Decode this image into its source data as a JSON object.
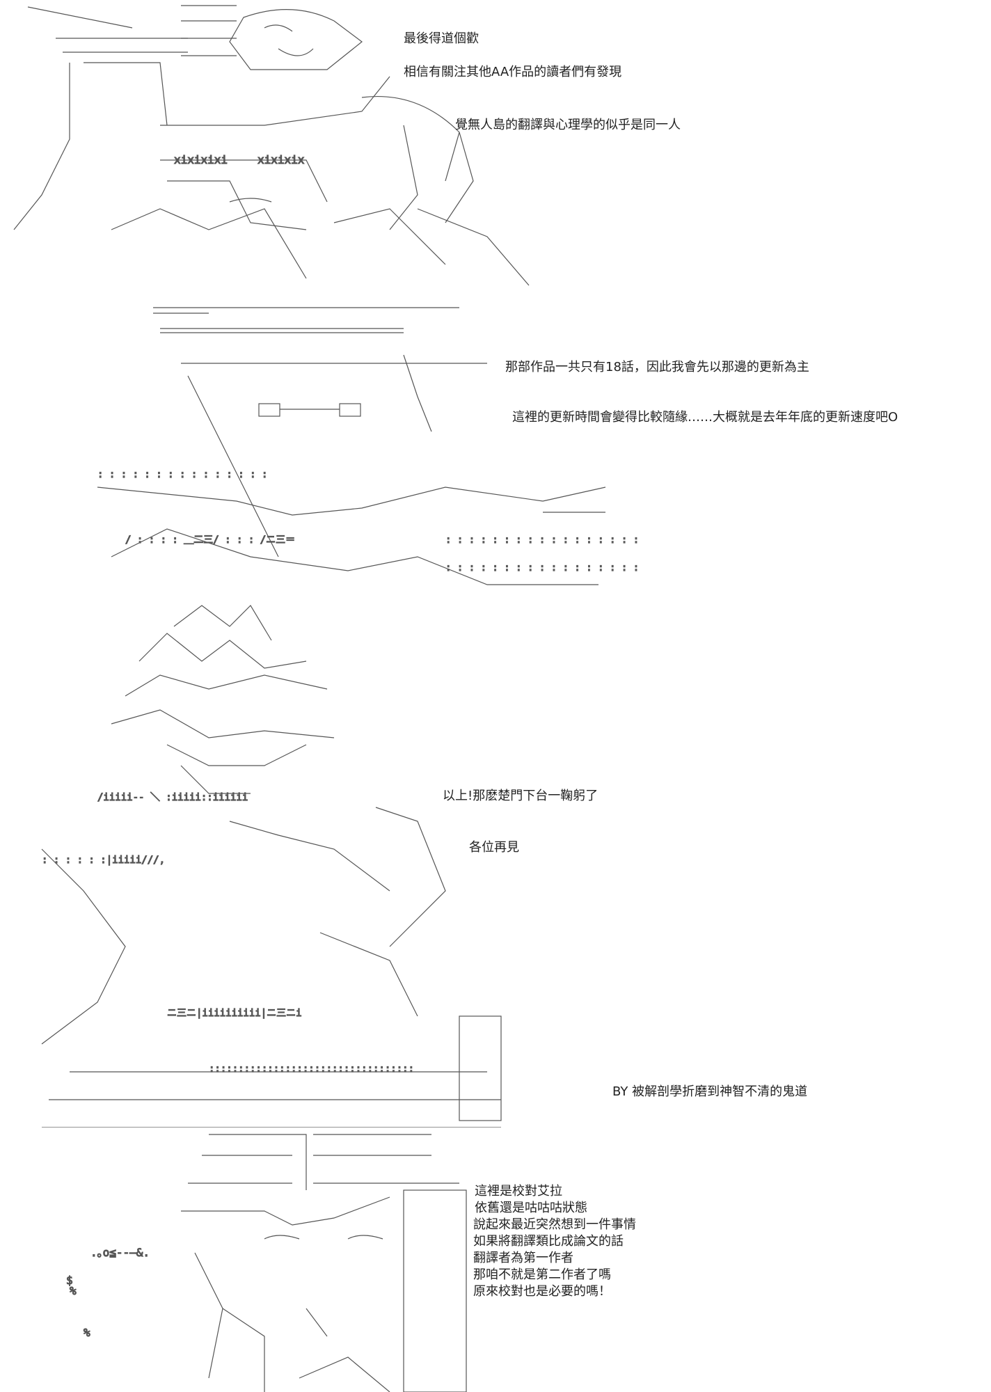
{
  "panels": [
    {
      "lines": [
        "最後得道個歡",
        "相信有關注其他AA作品的讀者們有發現",
        "覺無人島的翻譯與心理學的似乎是同一人"
      ]
    },
    {
      "lines": [
        "那部作品一共只有18話，因此我會先以那邊的更新為主",
        "這裡的更新時間會變得比較隨緣……大概就是去年年底的更新速度吧O"
      ]
    },
    {
      "lines": [
        "以上!那麽楚門下台一鞠躬了",
        "各位再見"
      ],
      "credit": "BY 被解剖學折磨到神智不清的鬼道"
    },
    {
      "lines": [
        "這裡是校對艾拉",
        "依舊還是咕咕咕狀態",
        "說起來最近突然想到一件事情",
        "如果將翻譯類比成論文的話",
        "翻譯者為第一作者",
        "那咱不就是第二作者了嗎",
        "原來校對也是必要的嗎！"
      ]
    }
  ]
}
